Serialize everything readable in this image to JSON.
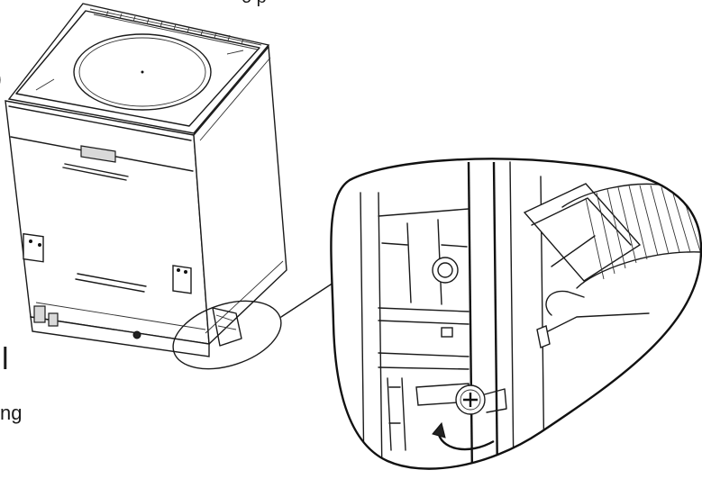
{
  "fragments": {
    "top_text": "o p",
    "left_text": ")",
    "left_big": "l",
    "left_bottom": "ng"
  }
}
